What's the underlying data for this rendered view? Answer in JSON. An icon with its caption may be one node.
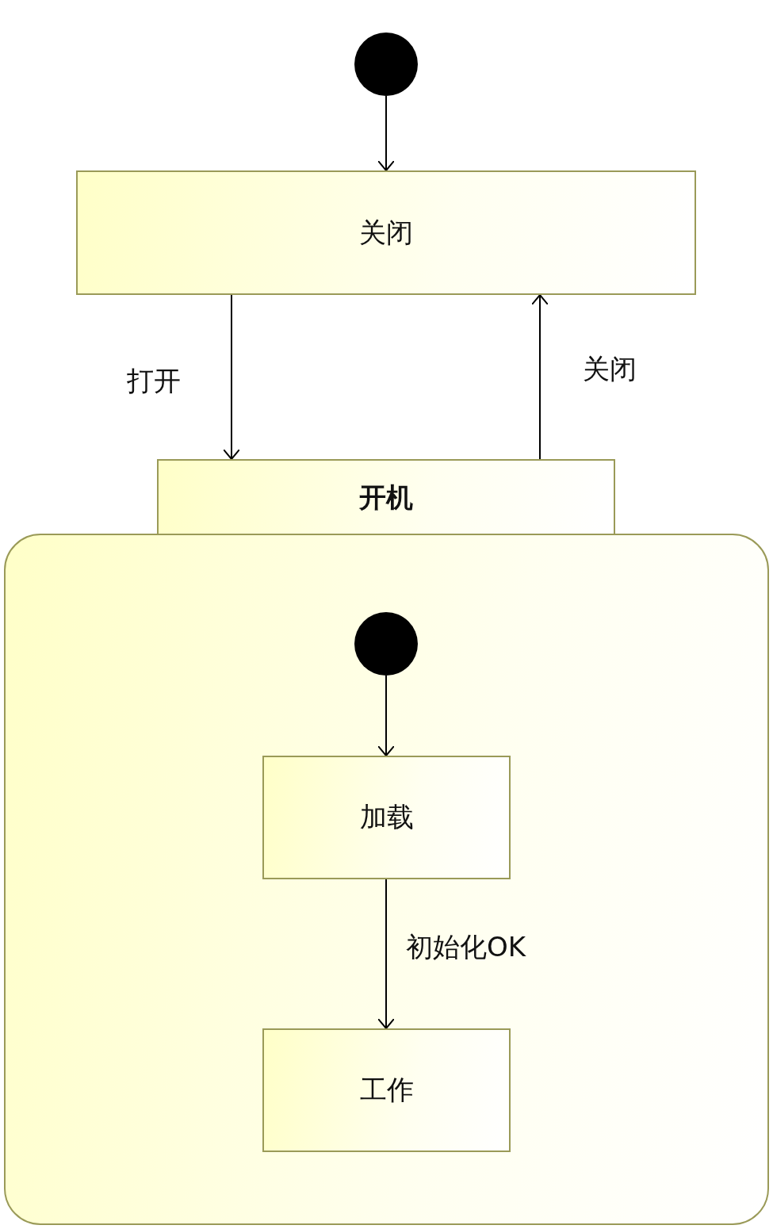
{
  "diagram": {
    "nodes": [
      {
        "text": [],
        "shape": "circle"
      },
      {
        "text": [
          "关闭"
        ]
      },
      {
        "text": [
          "开机"
        ]
      },
      {
        "text": [],
        "shape": "circle",
        "in": 2
      },
      {
        "text": [
          "加载"
        ],
        "in": 2
      },
      {
        "text": [
          "工作"
        ],
        "in": 2
      }
    ],
    "edges": [
      {
        "from": 0,
        "to": 1,
        "arrow": "to"
      },
      {
        "from": 1,
        "to": 2,
        "arrow": "to",
        "label": "打开"
      },
      {
        "from": 2,
        "to": 1,
        "arrow": "to",
        "label": "关闭"
      },
      {
        "from": 3,
        "to": 4,
        "arrow": "to"
      },
      {
        "from": 4,
        "to": 5,
        "arrow": "to",
        "label": "初始化OK"
      }
    ]
  }
}
